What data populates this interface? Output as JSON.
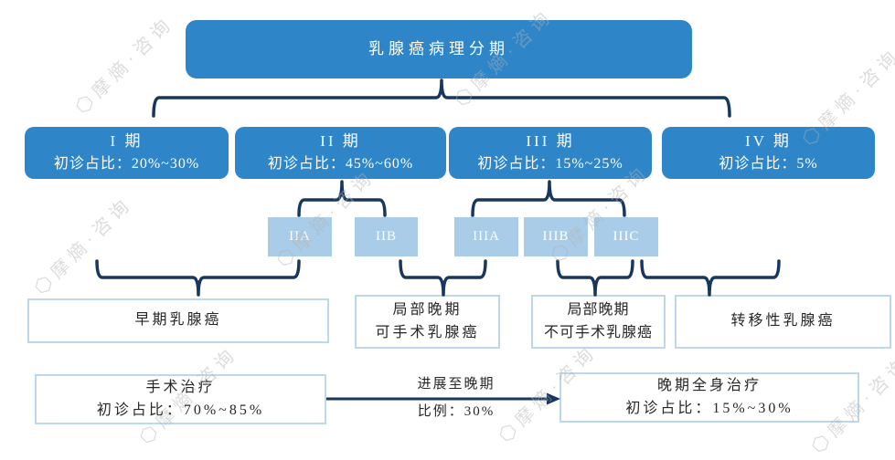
{
  "title": {
    "label": "乳腺癌病理分期"
  },
  "stages": [
    {
      "title": "I 期",
      "subtitle": "初诊占比：20%~30%"
    },
    {
      "title": "II 期",
      "subtitle": "初诊占比：45%~60%"
    },
    {
      "title": "III 期",
      "subtitle": "初诊占比：15%~25%"
    },
    {
      "title": "IV 期",
      "subtitle": "初诊占比：5%"
    }
  ],
  "substages": [
    {
      "label": "IIA"
    },
    {
      "label": "IIB"
    },
    {
      "label": "IIIA"
    },
    {
      "label": "IIIB"
    },
    {
      "label": "IIIC"
    }
  ],
  "categories": [
    {
      "lines": [
        "早期乳腺癌",
        ""
      ]
    },
    {
      "lines": [
        "局部晚期",
        "可手术乳腺癌"
      ]
    },
    {
      "lines": [
        "局部晚期",
        "不可手术乳腺癌"
      ]
    },
    {
      "lines": [
        "转移性乳腺癌",
        ""
      ]
    }
  ],
  "treatments": [
    {
      "lines": [
        "手术治疗",
        "初诊占比：70%~85%"
      ]
    },
    {
      "lines": [
        "晚期全身治疗",
        "初诊占比：15%~30%"
      ]
    }
  ],
  "progression_arrow": {
    "line1": "进展至晚期",
    "line2": "比例：30%"
  },
  "watermark": {
    "text": "摩熵·咨询",
    "icon_char": "⬡"
  },
  "colors": {
    "primary_blue": "#2E86C8",
    "light_blue": "#A9CCE8",
    "white_box_border": "#BDD7EE",
    "connector_navy": "#17375E",
    "text_dark": "#262626",
    "watermark_gray": "#B2B2B2"
  }
}
